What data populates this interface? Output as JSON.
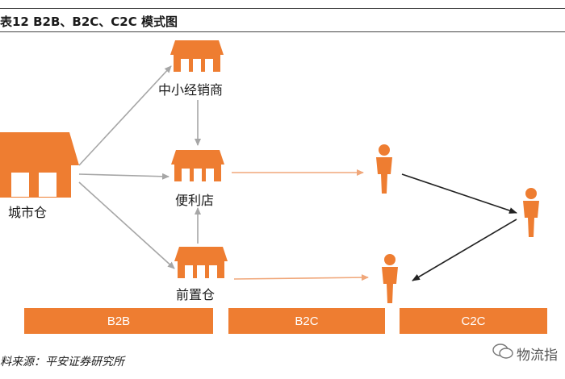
{
  "title": "表12    B2B、B2C、C2C 模式图",
  "nodes": {
    "city_warehouse": "城市仓",
    "small_dealer": "中小经销商",
    "convenience_store": "便利店",
    "front_warehouse": "前置仓"
  },
  "bars": [
    "B2B",
    "B2C",
    "C2C"
  ],
  "source": "料来源：平安证券研究所",
  "watermark": "物流指",
  "colors": {
    "accent": "#ee7d31",
    "arrow_gray": "#a6a6a6",
    "arrow_orange": "#f0a77a",
    "arrow_black": "#222222"
  }
}
